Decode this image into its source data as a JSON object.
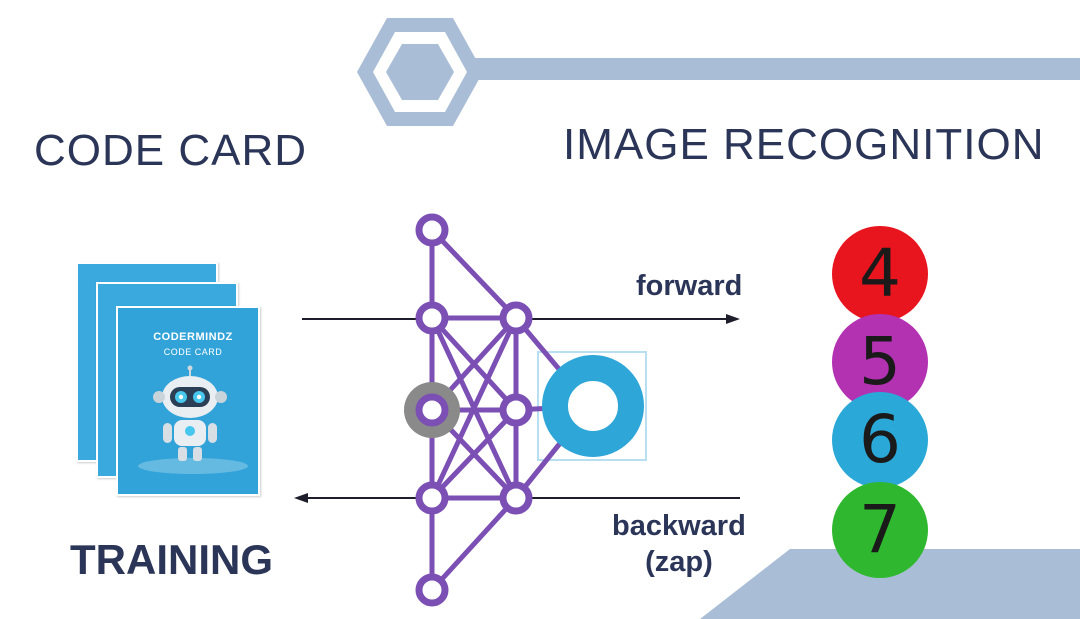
{
  "titles": {
    "code_card": "CODE CARD",
    "image_recognition": "IMAGE RECOGNITION",
    "training": "TRAINING"
  },
  "arrows": {
    "forward_label": "forward",
    "backward_label_line1": "backward",
    "backward_label_line2": "(zap)"
  },
  "card": {
    "brand": "CODERMINDZ",
    "subtitle": "CODE CARD"
  },
  "digits": [
    {
      "value": "4",
      "color": "#e8141e"
    },
    {
      "value": "5",
      "color": "#b232b2"
    },
    {
      "value": "6",
      "color": "#2aa8d8"
    },
    {
      "value": "7",
      "color": "#2fb82f"
    }
  ],
  "colors": {
    "network": "#7b4fb3",
    "highlight_node": "#8a8a8a",
    "output_ring": "#2ea6d8",
    "accent_bar": "#a9bdd6",
    "text": "#2b3557"
  }
}
